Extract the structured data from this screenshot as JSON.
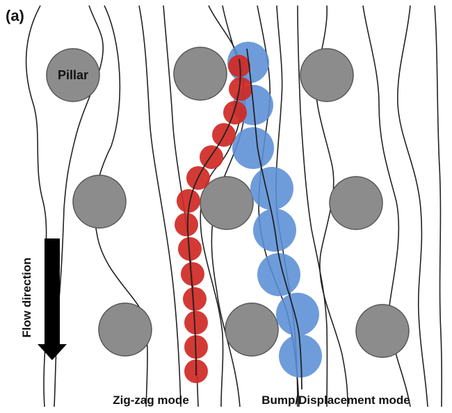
{
  "figure": {
    "panel_label": "(a)",
    "pillar_label": "Pillar",
    "flow_label": "Flow direction",
    "zigzag_label": "Zig-zag mode",
    "bump_label": "Bump/Displacement mode"
  },
  "colors": {
    "pillar_fill": "#8c8c8c",
    "pillar_stroke": "#555555",
    "zigzag_particle": "#d02a24",
    "bump_particle": "#5b8fd6",
    "streamline": "#222222",
    "arrow": "#000000"
  },
  "legend": {
    "zigzag_mode": "Zig-zag mode",
    "bump_mode": "Bump/Displacement mode"
  }
}
